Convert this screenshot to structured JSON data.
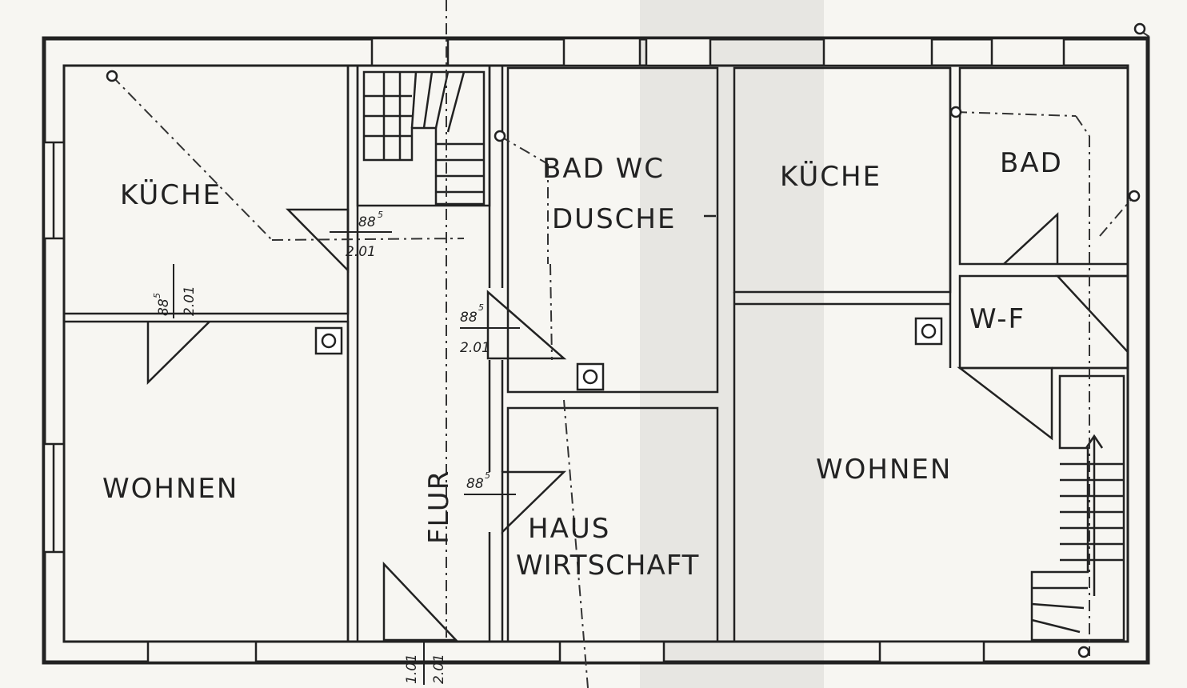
{
  "rooms": {
    "kueche_left": "KÜCHE",
    "wohnen_left": "WOHNEN",
    "flur": "FLUR",
    "bad_wc": "BAD WC",
    "dusche": "DUSCHE",
    "haus": "HAUS",
    "wirtschaft": "WIRTSCHAFT",
    "kueche_right": "KÜCHE",
    "bad_right": "BAD",
    "wf": "W-F",
    "wohnen_right": "WOHNEN"
  },
  "dimensions": {
    "d1_top": "88",
    "d1_sup": "5",
    "d1_bottom": "2.01",
    "d2_top": "88",
    "d2_sup": "5",
    "d2_bottom": "2.01",
    "d3_top": "88",
    "d3_sup": "5",
    "d3_bottom": "2.01",
    "d4_top": "88",
    "d4_sup": "5",
    "d5_top": "1.01",
    "d5_bottom": "2.01"
  }
}
